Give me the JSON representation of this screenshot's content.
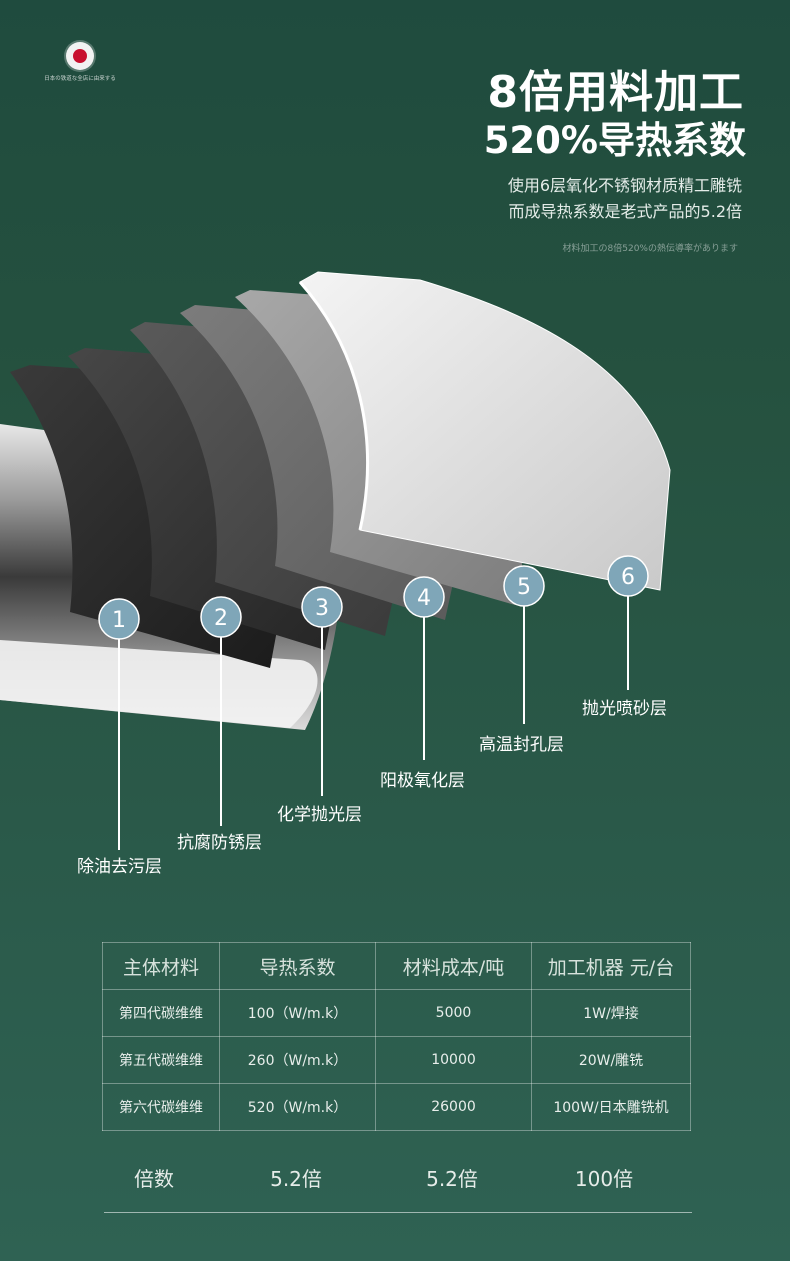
{
  "logo": {
    "caption": "日本の铁道な全店に由来する"
  },
  "headline": {
    "line1": "8倍用料加工",
    "line2": "520%导热系数"
  },
  "description": {
    "line1": "使用6层氧化不锈钢材质精工雕铣",
    "line2": "而成导热系数是老式产品的5.2倍"
  },
  "japanese_note": "材料加工の8倍520%の熱伝導率があります",
  "layers": [
    {
      "number": "1",
      "label": "除油去污层"
    },
    {
      "number": "2",
      "label": "抗腐防锈层"
    },
    {
      "number": "3",
      "label": "化学抛光层"
    },
    {
      "number": "4",
      "label": "阳极氧化层"
    },
    {
      "number": "5",
      "label": "高温封孔层"
    },
    {
      "number": "6",
      "label": "抛光喷砂层"
    }
  ],
  "colors": {
    "background": "#25513f",
    "badge": "#7fa6b8"
  },
  "table": {
    "headers": [
      "主体材料",
      "导热系数",
      "材料成本/吨",
      "加工机器 元/台"
    ],
    "rows": [
      [
        "第四代碳维维",
        "100（W/m.k）",
        "5000",
        "1W/焊接"
      ],
      [
        "第五代碳维维",
        "260（W/m.k）",
        "10000",
        "20W/雕铣"
      ],
      [
        "第六代碳维维",
        "520（W/m.k）",
        "26000",
        "100W/日本雕铣机"
      ]
    ]
  },
  "multipliers": {
    "label": "倍数",
    "values": [
      "5.2倍",
      "5.2倍",
      "100倍"
    ]
  }
}
